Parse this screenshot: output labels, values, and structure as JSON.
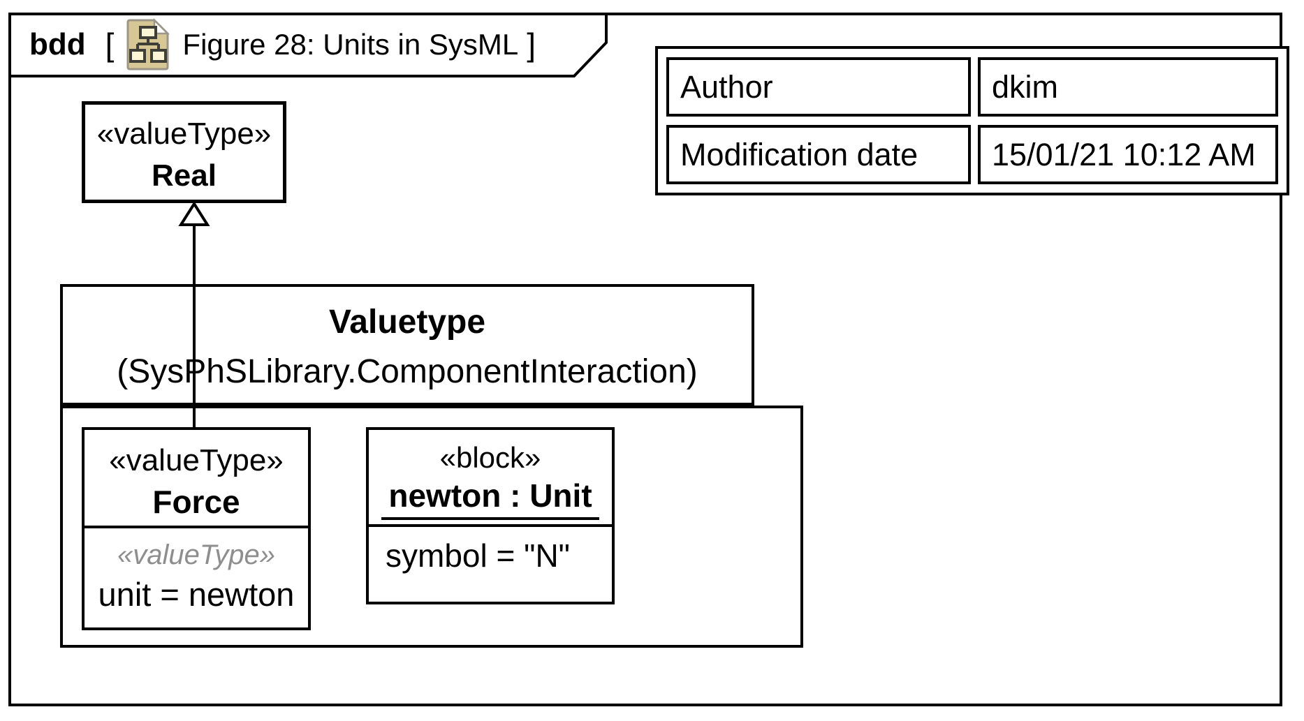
{
  "diagram": {
    "kind_label": "bdd",
    "open_bracket": "[",
    "close_bracket": "]",
    "title": "Figure 28: Units in SysML",
    "icon": "diagram-tree-document-icon"
  },
  "info_table": {
    "rows": [
      {
        "label": "Author",
        "value": "dkim"
      },
      {
        "label": "Modification date",
        "value": "15/01/21 10:12 AM"
      }
    ]
  },
  "real_block": {
    "stereotype": "«valueType»",
    "name": "Real"
  },
  "valuetype_block": {
    "name": "Valuetype",
    "qualified_name": "(SysPhSLibrary.ComponentInteraction)"
  },
  "force_block": {
    "stereotype": "«valueType»",
    "name": "Force",
    "compartment_stereotype": "«valueType»",
    "slot": "unit = newton"
  },
  "newton_block": {
    "stereotype": "«block»",
    "name": "newton : Unit",
    "slot": "symbol = \"N\""
  },
  "relationships": {
    "generalization": "Force specializes Real (hollow triangle arrowhead)"
  },
  "colors": {
    "line": "#000000",
    "background": "#ffffff",
    "muted_stereotype": "#8e8e8e",
    "icon_body": "#d7c795",
    "icon_border": "#9b9688",
    "icon_box_fill": "#fcf6d6",
    "icon_box_border": "#403f37"
  }
}
